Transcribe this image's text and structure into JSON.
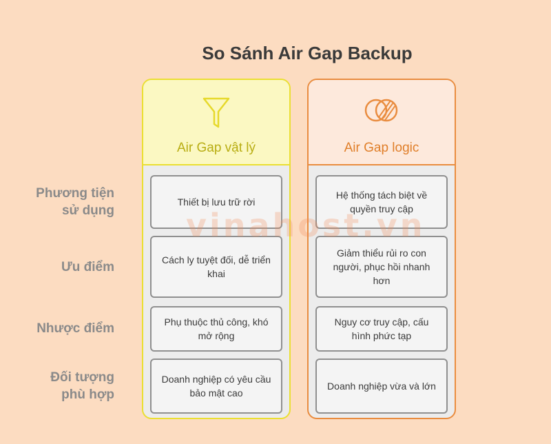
{
  "title": "So Sánh Air Gap Backup",
  "columns": [
    {
      "label": "Air Gap vật lý",
      "icon": "funnel-icon",
      "accent": "#eadf31",
      "cells": [
        "Thiết bị lưu trữ rời",
        "Cách ly tuyệt đối, dễ triển khai",
        "Phụ thuộc thủ công, khó mở rộng",
        "Doanh nghiệp có yêu cầu bảo mật cao"
      ]
    },
    {
      "label": "Air Gap logic",
      "icon": "overlapping-circles-icon",
      "accent": "#e98c3f",
      "cells": [
        "Hệ thống tách biệt về quyền truy cập",
        "Giảm thiểu rủi ro con người, phục hồi nhanh hơn",
        "Nguy cơ truy cập, cấu hình phức tạp",
        "Doanh nghiệp vừa và lớn"
      ]
    }
  ],
  "rows": [
    "Phương tiện sử dụng",
    "Ưu điểm",
    "Nhược điểm",
    "Đối tượng phù hợp"
  ],
  "watermark": "vinahost.vn"
}
